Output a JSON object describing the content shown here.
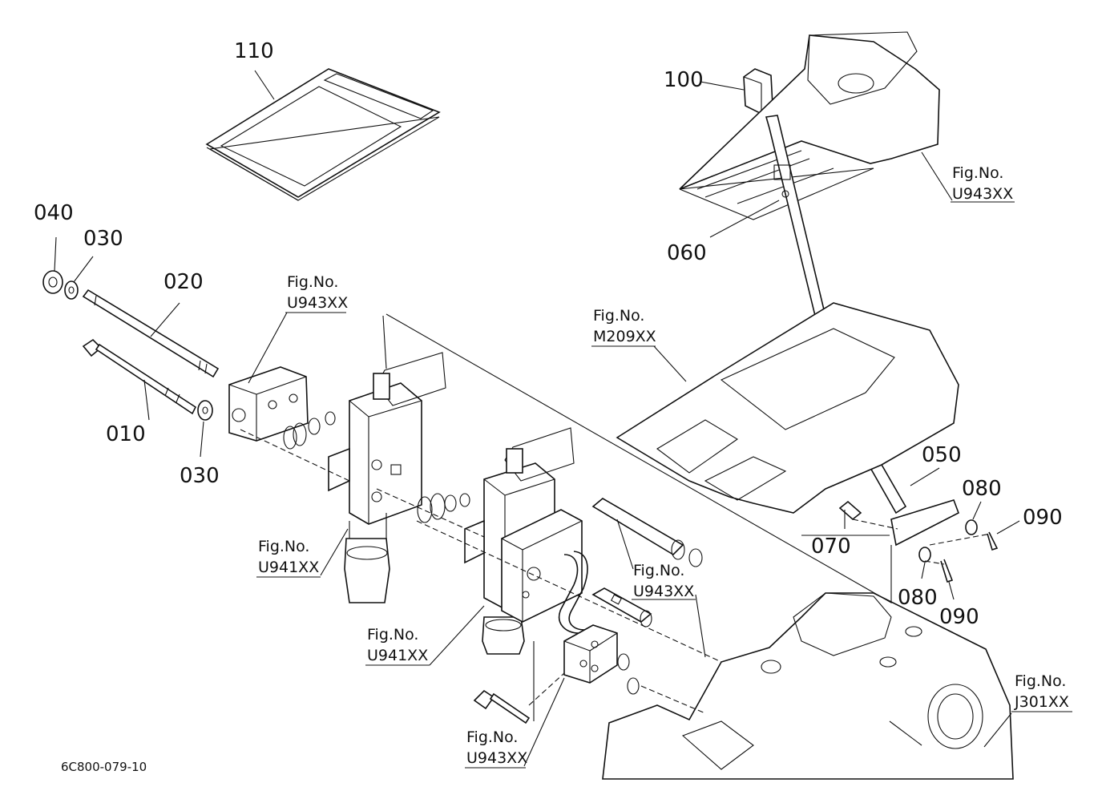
{
  "parts": {
    "p010": "010",
    "p020": "020",
    "p030a": "030",
    "p030b": "030",
    "p040": "040",
    "p050": "050",
    "p060": "060",
    "p070": "070",
    "p080a": "080",
    "p080b": "080",
    "p090a": "090",
    "p090b": "090",
    "p100": "100",
    "p110": "110"
  },
  "fig_refs": [
    {
      "label": "Fig.No.",
      "code": "U943XX"
    },
    {
      "label": "Fig.No.",
      "code": "U943XX"
    },
    {
      "label": "Fig.No.",
      "code": "M209XX"
    },
    {
      "label": "Fig.No.",
      "code": "U941XX"
    },
    {
      "label": "Fig.No.",
      "code": "U943XX"
    },
    {
      "label": "Fig.No.",
      "code": "U941XX"
    },
    {
      "label": "Fig.No.",
      "code": "U943XX"
    },
    {
      "label": "Fig.No.",
      "code": "J301XX"
    }
  ],
  "diagram_code": "6C800-079-10"
}
